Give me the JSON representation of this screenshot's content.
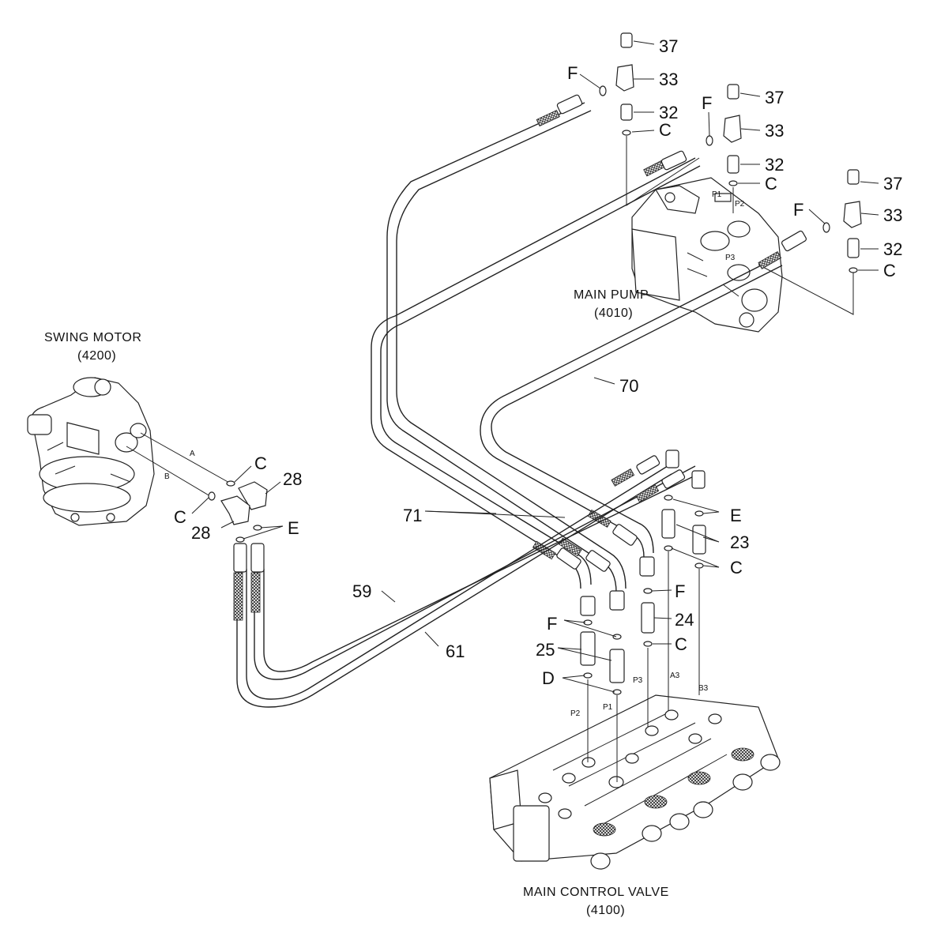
{
  "components": {
    "swing_motor": {
      "name": "SWING MOTOR",
      "code": "(4200)"
    },
    "main_pump": {
      "name": "MAIN PUMP",
      "code": "(4010)"
    },
    "main_control_valve": {
      "name": "MAIN CONTROL VALVE",
      "code": "(4100)"
    }
  },
  "callouts": {
    "n37": "37",
    "n33": "33",
    "n32": "32",
    "n28": "28",
    "n23": "23",
    "n24": "24",
    "n25": "25",
    "n59": "59",
    "n61": "61",
    "n70": "70",
    "n71": "71",
    "C": "C",
    "D": "D",
    "E": "E",
    "F": "F"
  },
  "ports": {
    "P1": "P1",
    "P2": "P2",
    "P3": "P3",
    "A3": "A3",
    "B3": "B3",
    "A": "A",
    "B": "B"
  }
}
